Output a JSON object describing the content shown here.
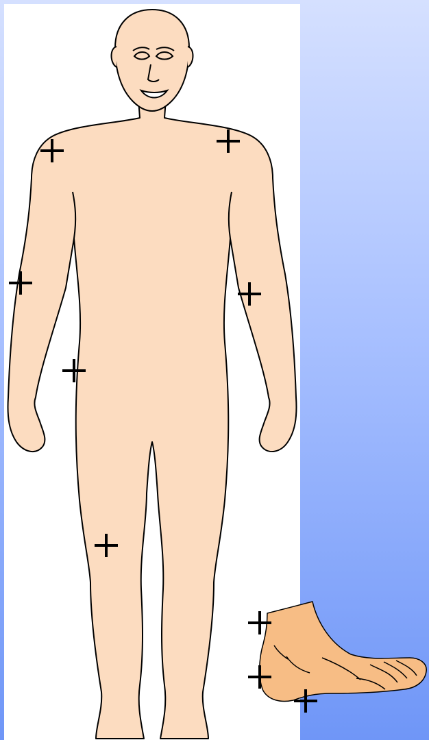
{
  "diagram": {
    "background_colors": [
      "#d5e0ff",
      "#6f96f7"
    ],
    "panel_color": "#ffffff",
    "skin_color": "#fcdcc0",
    "foot_color": "#f7bd85",
    "outline_color": "#000000",
    "marker_color": "#000000",
    "markers": [
      {
        "id": "right-shoulder"
      },
      {
        "id": "left-shoulder"
      },
      {
        "id": "right-elbow"
      },
      {
        "id": "left-elbow"
      },
      {
        "id": "right-wrist"
      },
      {
        "id": "right-knee"
      },
      {
        "id": "ankle-back"
      },
      {
        "id": "heel"
      },
      {
        "id": "sole"
      }
    ]
  }
}
